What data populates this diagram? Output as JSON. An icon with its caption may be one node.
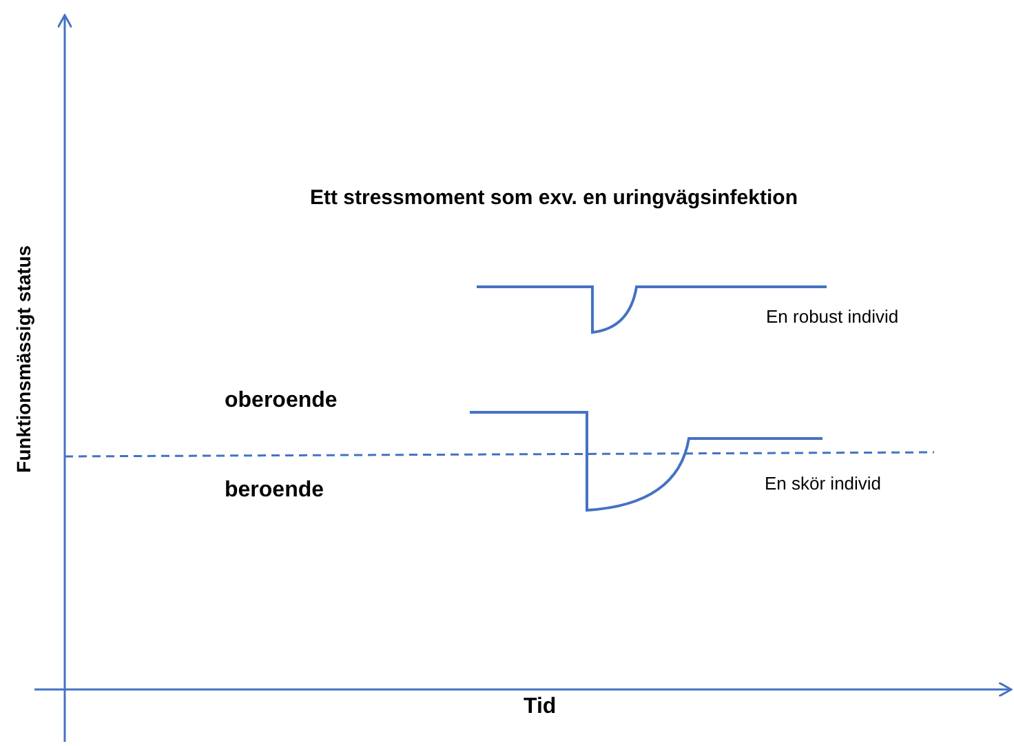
{
  "diagram": {
    "labels": [
      "Funktionsmässigt status",
      "Ett stressmoment som exv. en uringvägsinfektion",
      "En robust individ",
      "oberoende",
      "beroende",
      "En skör individ",
      "Tid"
    ]
  }
}
